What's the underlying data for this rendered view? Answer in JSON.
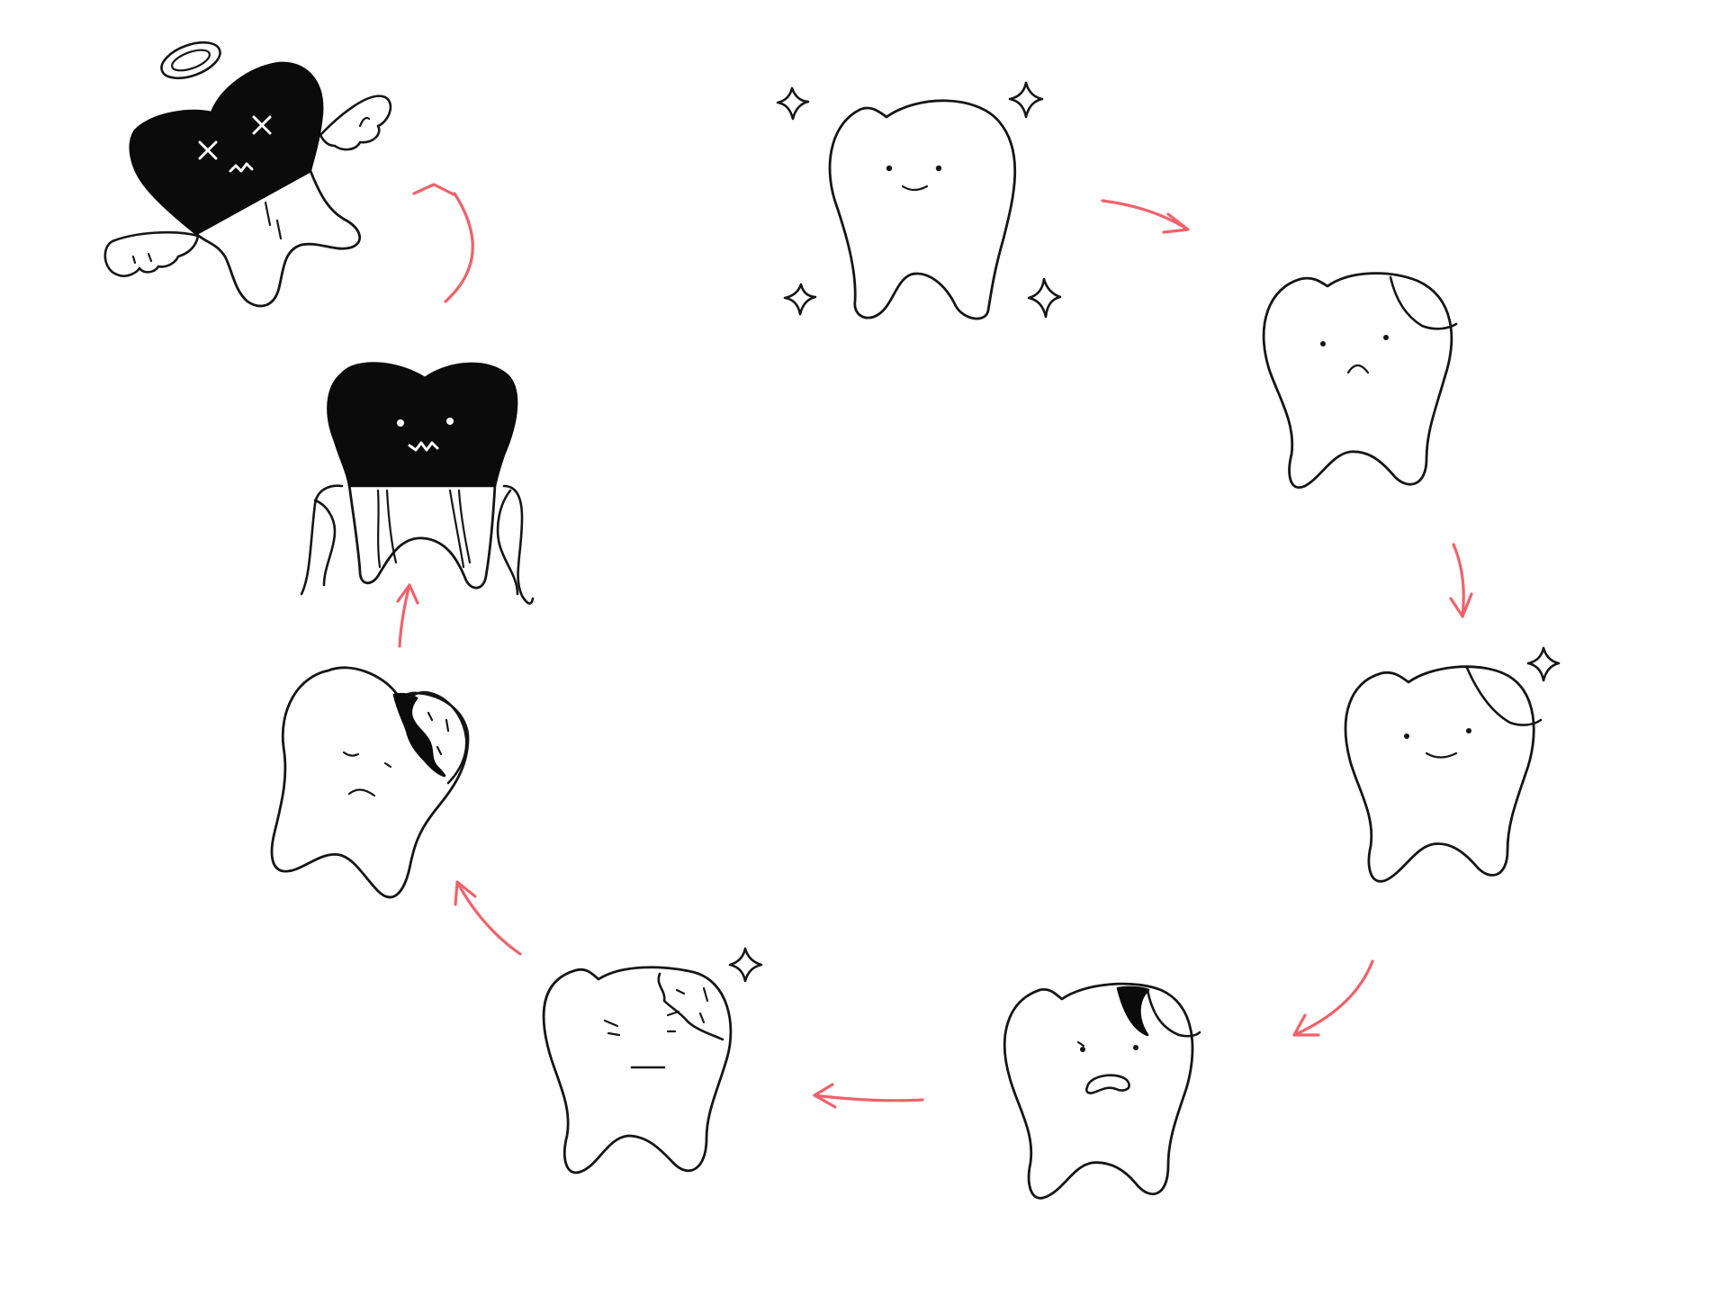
{
  "diagram": {
    "type": "cycle",
    "stages": [
      {
        "id": "healthy",
        "state": "healthy tooth, smiling, sparkling",
        "icon": "sparkle-icon"
      },
      {
        "id": "early-decay",
        "state": "enamel decay begins, sad face"
      },
      {
        "id": "filled",
        "state": "filled tooth, smiling, one sparkle",
        "icon": "sparkle-icon"
      },
      {
        "id": "filling-decay",
        "state": "decay around the filling, frightened face"
      },
      {
        "id": "cracked",
        "state": "cracked tooth, frowning, one sparkle",
        "icon": "sparkle-icon"
      },
      {
        "id": "broken",
        "state": "broken tooth, crying face"
      },
      {
        "id": "root-canal",
        "state": "crowned tooth with root canal in gum"
      },
      {
        "id": "lost",
        "state": "tooth angel with halo and wings, x eyes",
        "icon": "halo-icon"
      }
    ],
    "arrow_color": "#f0626b",
    "ink_color": "#151515",
    "background": "#ffffff"
  }
}
